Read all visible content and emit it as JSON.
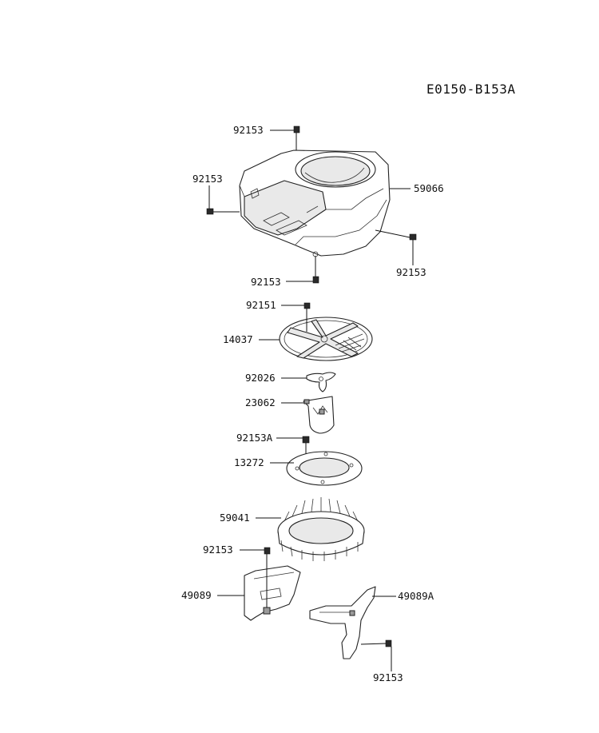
{
  "diagram_code": "E0150-B153A",
  "callouts": {
    "screw_top": "92153",
    "screw_left": "92153",
    "housing": "59066",
    "screw_right": "92153",
    "screw_bottom": "92153",
    "screw_screen": "92151",
    "screen": "14037",
    "plate": "92026",
    "pulley": "23062",
    "bolt_a": "92153A",
    "ring": "13272",
    "fan": "59041",
    "screw_guard": "92153",
    "guard_left": "49089",
    "guard_right": "49089A",
    "screw_guard_right": "92153"
  },
  "line_color": "#222222",
  "background": "#ffffff"
}
